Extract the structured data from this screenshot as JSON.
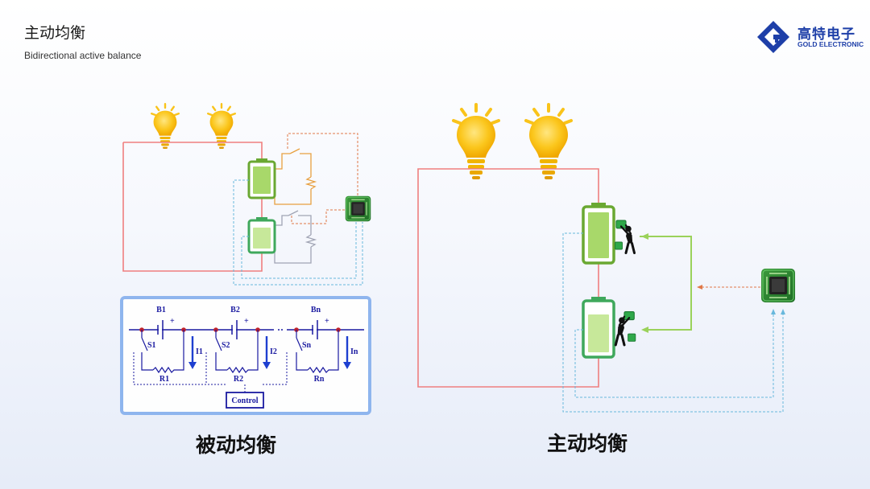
{
  "header": {
    "title": "主动均衡",
    "subtitle": "Bidirectional active balance"
  },
  "logo": {
    "name_cn": "高特电子",
    "name_en": "GOLD ELECTRONIC",
    "icon": "gold-logo-icon",
    "color": "#1e3fa8"
  },
  "passive": {
    "caption": "被动均衡",
    "circuit": {
      "cells": [
        {
          "battery": "B1",
          "switch": "S1",
          "resistor": "R1",
          "current": "I1"
        },
        {
          "battery": "B2",
          "switch": "S2",
          "resistor": "R2",
          "current": "I2"
        },
        {
          "battery": "Bn",
          "switch": "Sn",
          "resistor": "Rn",
          "current": "In"
        }
      ],
      "plus_sign": "+",
      "control_label": "Control"
    }
  },
  "active": {
    "caption": "主动均衡"
  },
  "colors": {
    "load_wire": "#ef7f7f",
    "battery_green": "#6aa832",
    "battery_fill": "#a8d86a",
    "orange_wire": "#e8a040",
    "gray_wire": "#a0a4b4",
    "dashed_blue": "#68b8dc",
    "dashed_orange": "#e07848",
    "panel_border": "#8ab2ee",
    "circuit_blue": "#1a1aa0",
    "bulb_yellow": "#f9c31a"
  },
  "icons": [
    "lightbulb-icon",
    "battery-icon",
    "chip-icon",
    "person-carrying-icon"
  ]
}
